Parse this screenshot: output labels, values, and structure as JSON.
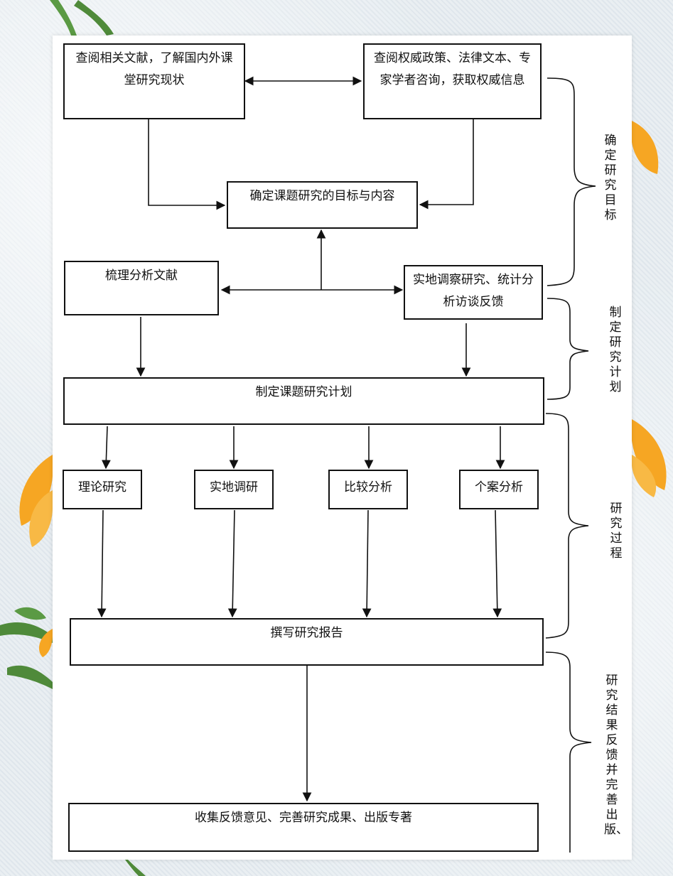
{
  "boxes": {
    "lit_review": "查阅相关文献，了解国内外课堂研究现状",
    "authority_info": "查阅权威政策、法律文本、专家学者咨询，获取权威信息",
    "define_goal": "确定课题研究的目标与内容",
    "sort_literature": "梳理分析文献",
    "field_survey": "实地调察研究、统计分析访谈反馈",
    "make_plan": "制定课题研究计划",
    "theory_research": "理论研究",
    "field_research": "实地调研",
    "comparative_analysis": "比较分析",
    "case_analysis": "个案分析",
    "write_report": "撰写研究报告",
    "collect_feedback": "收集反馈意见、完善研究成果、出版专著"
  },
  "stages": {
    "stage1": "确定研究目标",
    "stage2": "制定研究计划",
    "stage3": "研究过程",
    "stage4": "研究结果反馈并完善出版、"
  },
  "colors": {
    "line": "#111111",
    "flower": "#f6a623",
    "leaf": "#4f8a3a"
  }
}
